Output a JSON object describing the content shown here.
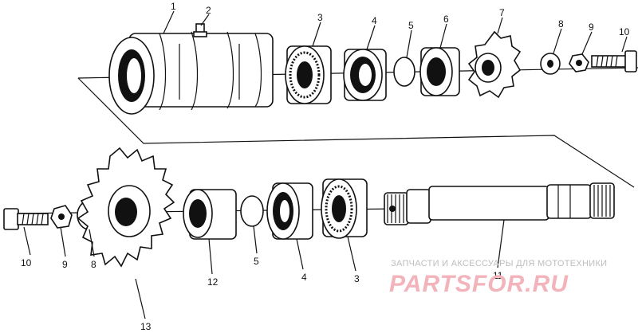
{
  "diagram": {
    "callouts_top": [
      "1",
      "2",
      "3",
      "4",
      "5",
      "6",
      "7",
      "8",
      "9",
      "10"
    ],
    "callouts_bottom": [
      "10",
      "9",
      "8",
      "13",
      "12",
      "5",
      "4",
      "3",
      "11"
    ]
  },
  "watermark": {
    "tagline": "ЗАПЧАСТИ И АКСЕССУАРЫ ДЛЯ МОТОТЕХНИКИ",
    "logo": "PARTSFOR.RU"
  }
}
